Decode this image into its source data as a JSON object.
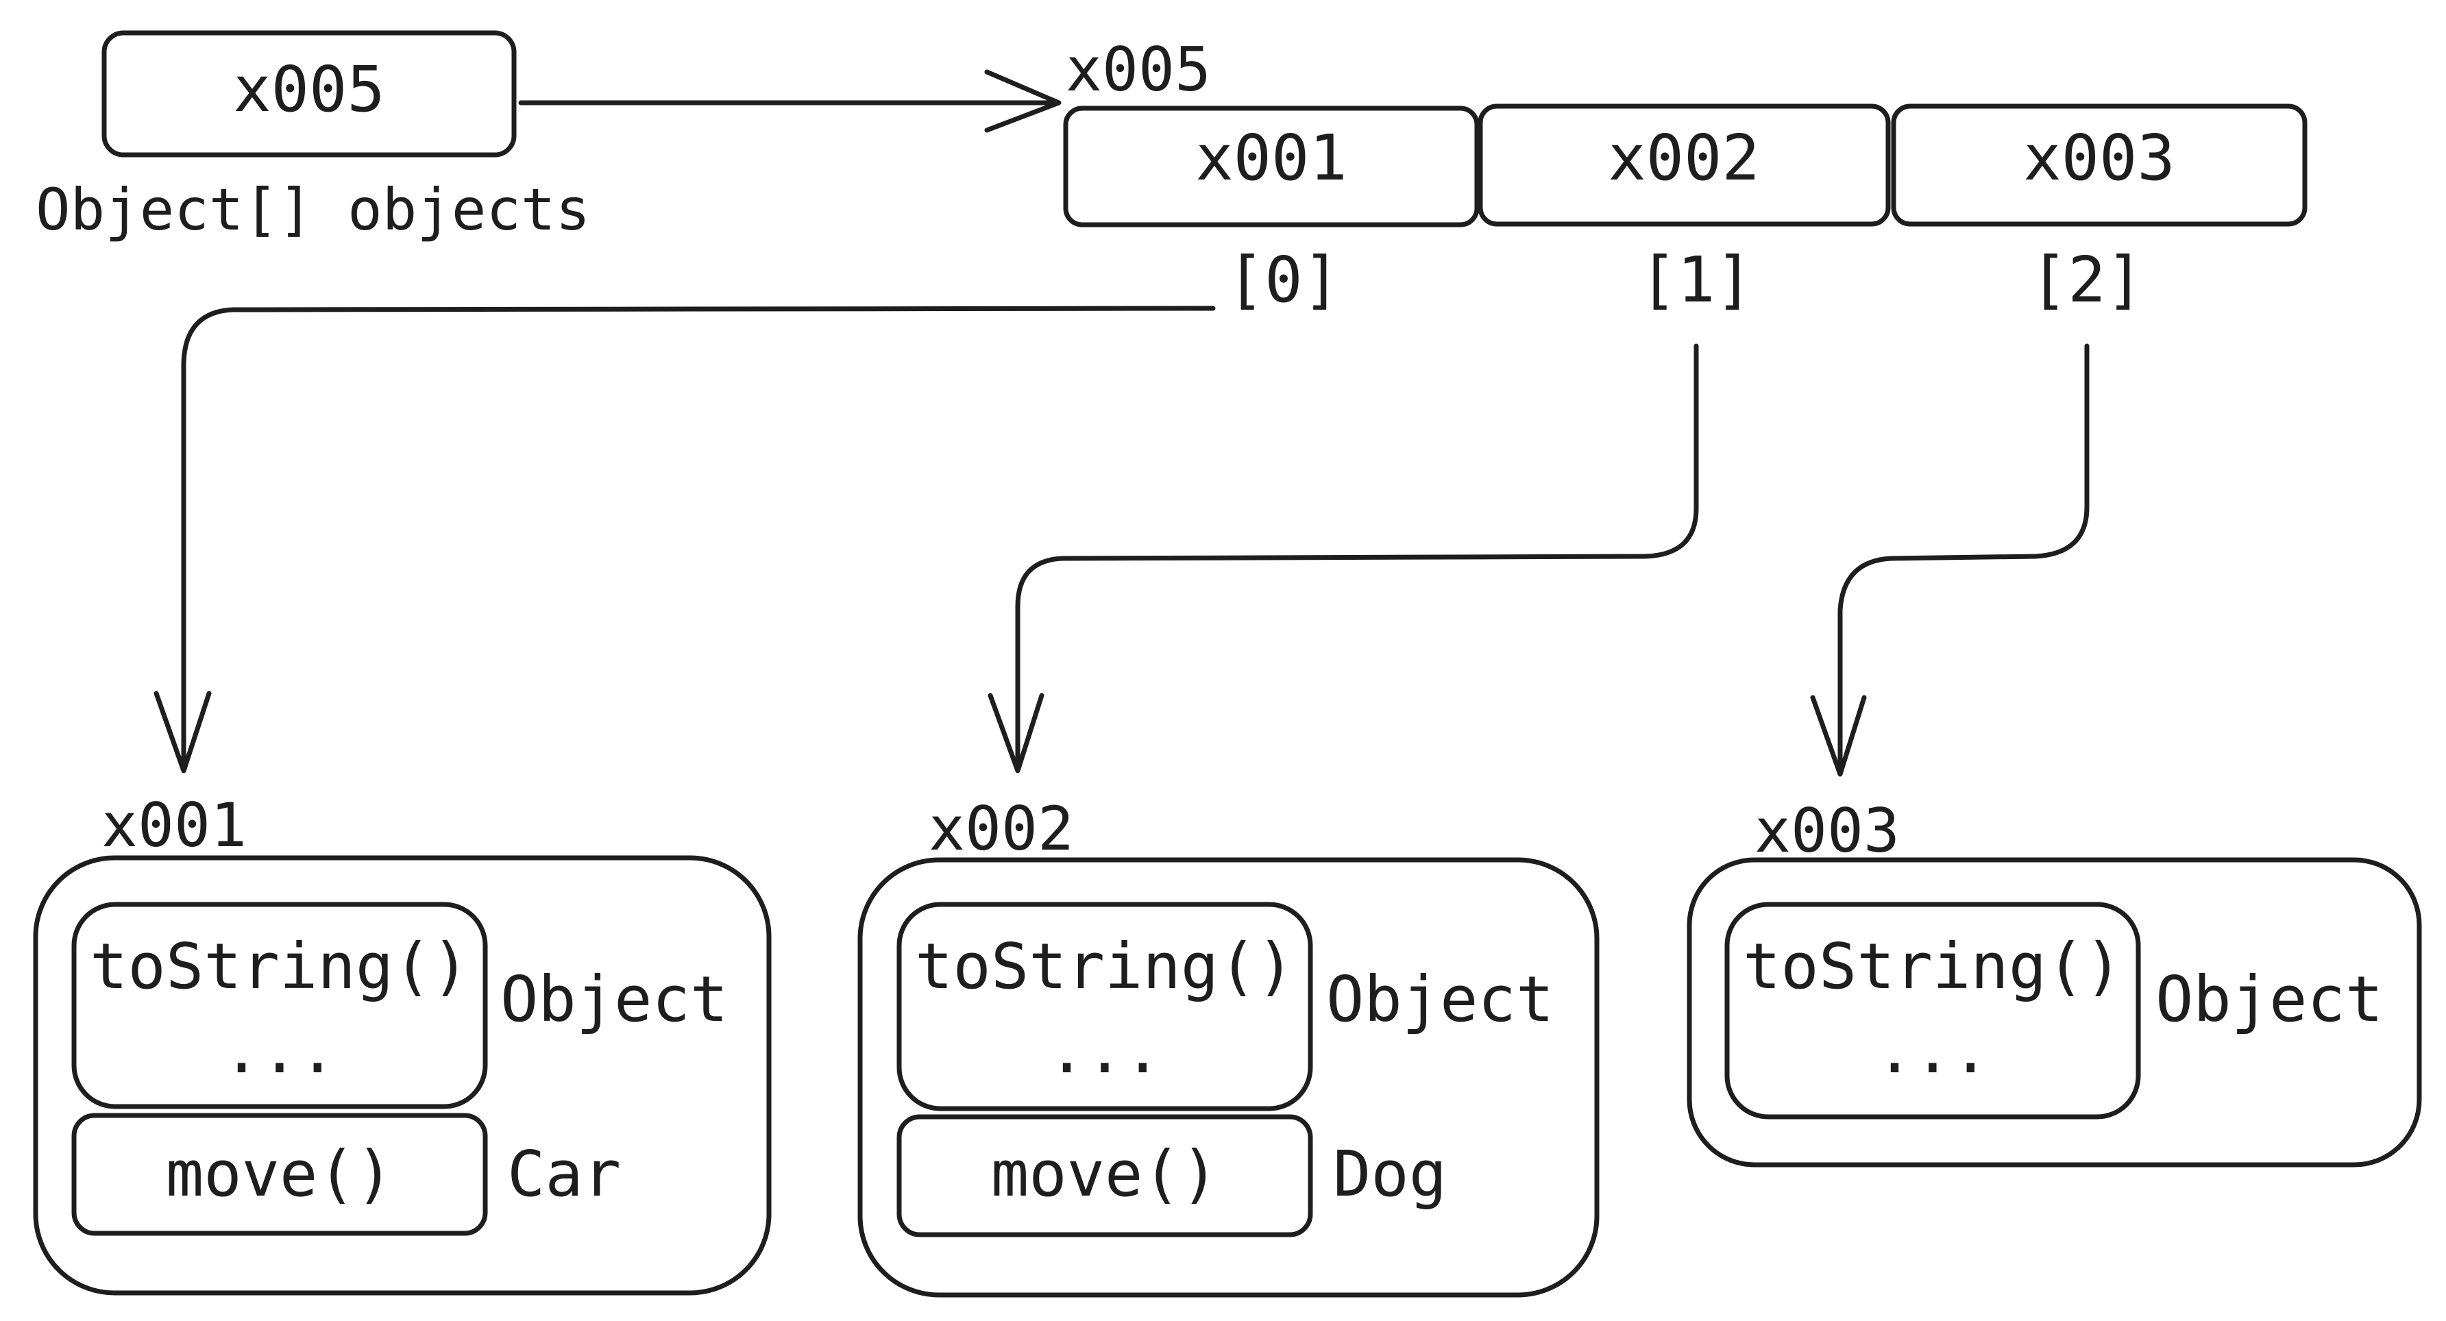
{
  "reference": {
    "value": "x005",
    "label": "Object[] objects"
  },
  "array": {
    "address": "x005",
    "cells": [
      {
        "value": "x001",
        "index": "[0]"
      },
      {
        "value": "x002",
        "index": "[1]"
      },
      {
        "value": "x003",
        "index": "[2]"
      }
    ]
  },
  "objects": [
    {
      "address": "x001",
      "object_methods": "toString()",
      "object_ellipsis": "...",
      "object_label": "Object",
      "subclass_method": "move()",
      "subclass_label": "Car"
    },
    {
      "address": "x002",
      "object_methods": "toString()",
      "object_ellipsis": "...",
      "object_label": "Object",
      "subclass_method": "move()",
      "subclass_label": "Dog"
    },
    {
      "address": "x003",
      "object_methods": "toString()",
      "object_ellipsis": "...",
      "object_label": "Object"
    }
  ],
  "colors": {
    "stroke": "#1e1e1e",
    "background": "#ffffff"
  }
}
